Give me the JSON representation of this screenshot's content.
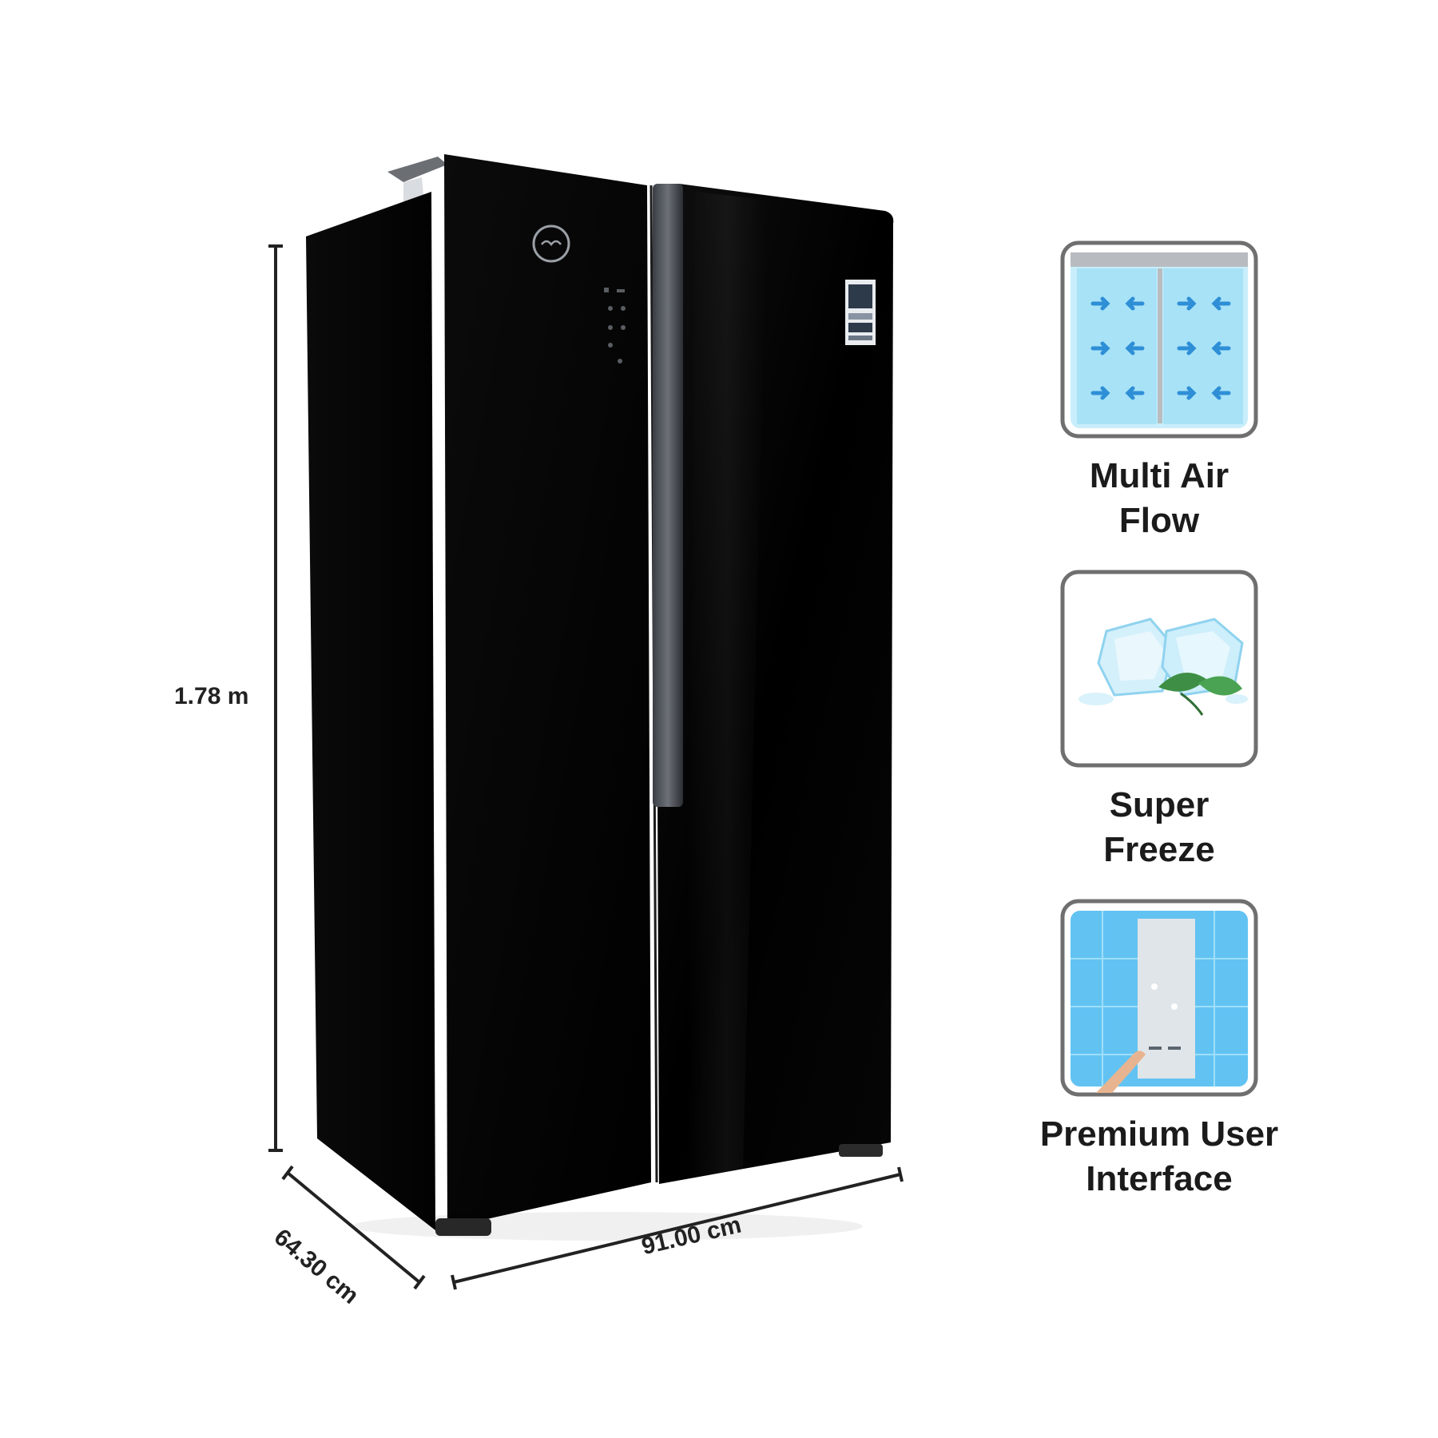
{
  "dimensions": {
    "height": "1.78 m",
    "depth": "64.30 cm",
    "width": "91.00 cm"
  },
  "features": [
    {
      "label": "Multi Air\nFlow",
      "icon": "multi-air-flow-icon"
    },
    {
      "label": "Super\nFreeze",
      "icon": "ice-cubes-icon"
    },
    {
      "label": "Premium User\nInterface",
      "icon": "touch-panel-icon"
    }
  ],
  "product": {
    "icon": "side-by-side-refrigerator",
    "finish_color": "#050505"
  },
  "colors": {
    "text": "#1b1b1b",
    "frame_border": "#6f6f6f",
    "ice_blue": "#7fd3f5"
  }
}
